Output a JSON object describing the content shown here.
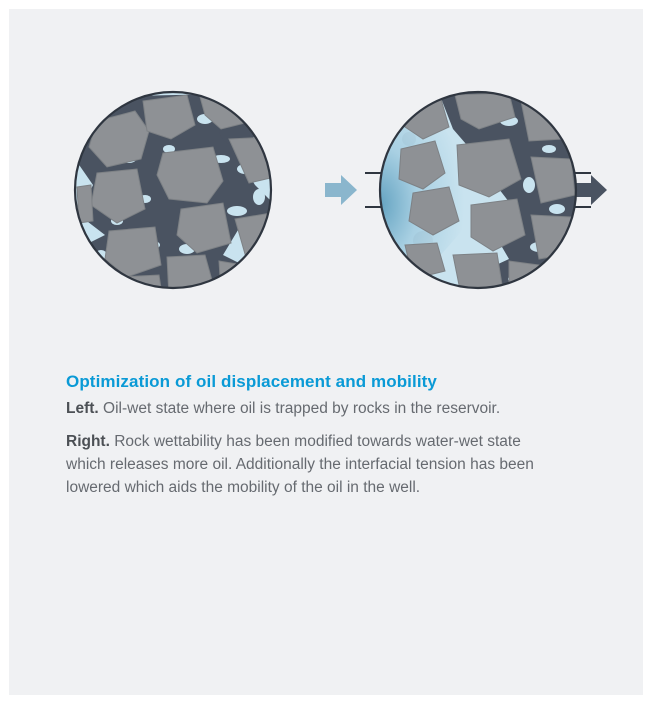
{
  "figure": {
    "left_panel": {
      "state": "oil-wet"
    },
    "right_panel": {
      "state": "water-wet",
      "flow": "left-to-right"
    }
  },
  "caption": {
    "title": "Optimization of oil displacement and mobility",
    "left_lead": "Left.",
    "left_text": "Oil-wet state where oil is trapped by rocks in the reservoir.",
    "right_lead": "Right.",
    "right_text": "Rock wettability has been modified towards water-wet state which releases more oil. Additionally the interfacial tension has been lowered which aids the mobility of the oil in the well."
  },
  "colors": {
    "background": "#f0f1f3",
    "rock": "#8e9195",
    "oil": "#4a5361",
    "water": "#c9e3ef",
    "accent": "#0a9ad6",
    "inflow_arrow": "#8ab6cd",
    "outflow_arrow": "#4a5361"
  }
}
